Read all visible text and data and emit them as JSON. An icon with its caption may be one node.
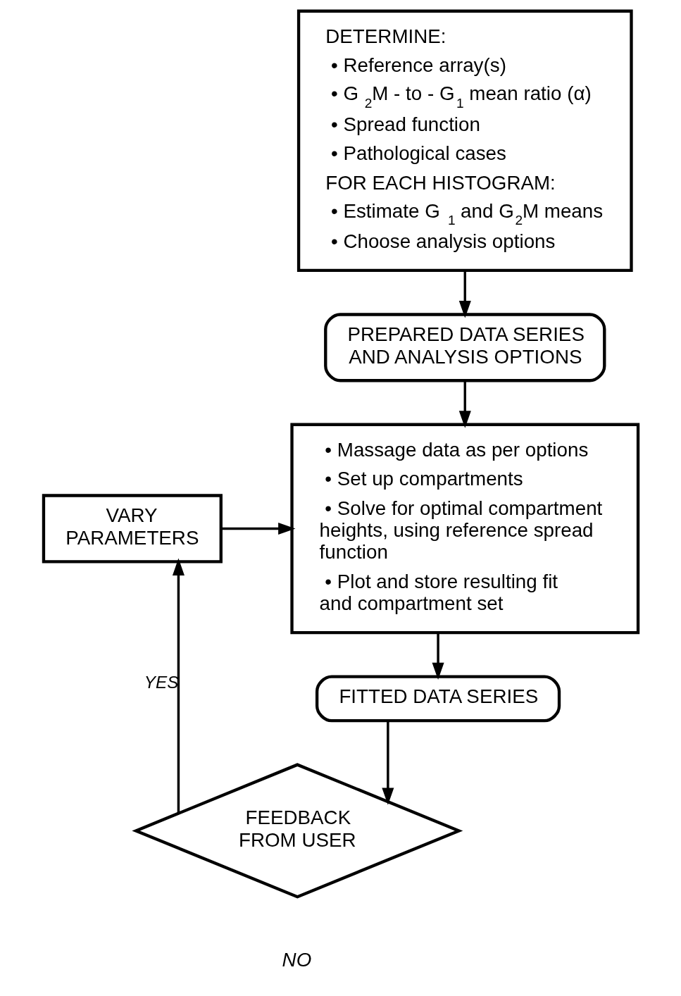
{
  "diagram": {
    "nodes": [
      {
        "text": [
          "DETERMINE:",
          "• Reference array(s)",
          "• G$_{2}$M - to - G$_{1}$ mean ratio (α)",
          "• Spread function",
          "• Pathological cases",
          "FOR EACH HISTOGRAM:",
          "• Estimate G$_{1}$ and G$_{2}$M means",
          "• Choose analysis options"
        ]
      },
      {
        "text": [
          "PREPARED DATA SERIES AND ANALYSIS OPTIONS"
        ]
      },
      {
        "text": [
          "• Massage data as per options",
          "• Set up compartments",
          "• Solve for optimal compartment heights, using reference spread function",
          "• Plot and store resulting fit and compartment set"
        ]
      },
      {
        "text": [
          "FITTED DATA SERIES"
        ]
      },
      {
        "text": [
          "FEEDBACK FROM USER"
        ]
      },
      {
        "text": [
          "VARY PARAMETERS"
        ]
      }
    ],
    "edges": [
      {
        "from": 0,
        "to": 1,
        "arrow": "to"
      },
      {
        "from": 1,
        "to": 2,
        "arrow": "to"
      },
      {
        "from": 2,
        "to": 3,
        "arrow": "to"
      },
      {
        "from": 3,
        "to": 4,
        "arrow": "to"
      },
      {
        "from": 4,
        "to": 5,
        "arrow": "to",
        "label": "YES"
      },
      {
        "from": 5,
        "to": 2,
        "arrow": "to"
      }
    ],
    "labels": [
      "NO"
    ]
  }
}
